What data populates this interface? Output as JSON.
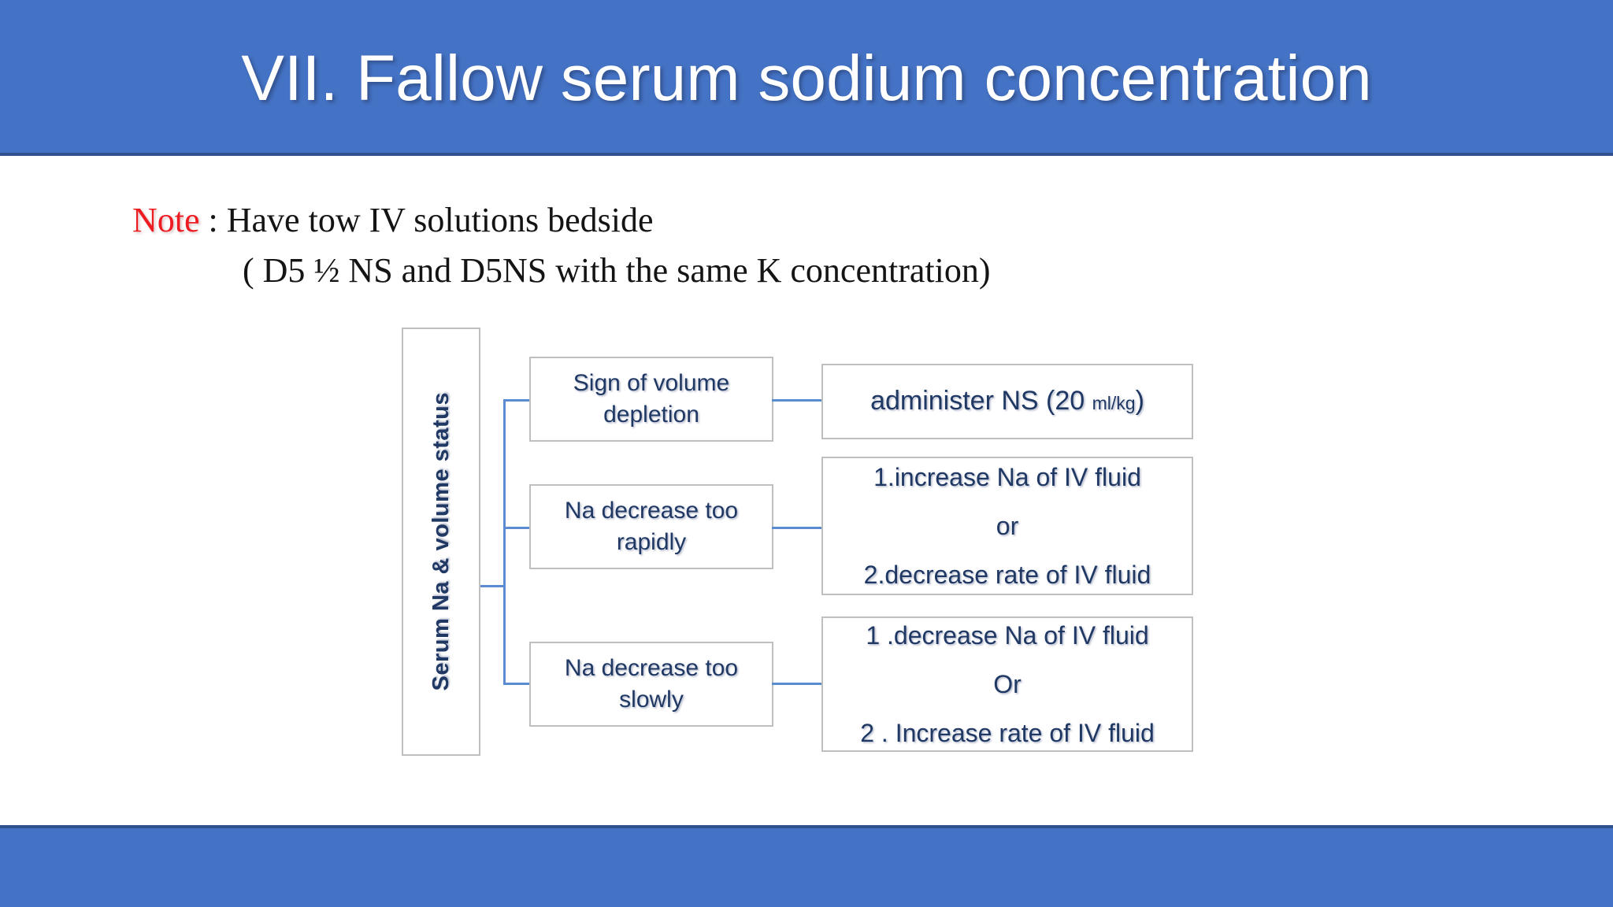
{
  "slide": {
    "title": "VII. Fallow serum sodium concentration",
    "note": {
      "keyword": "Note",
      "line1_rest": " : Have tow IV solutions bedside",
      "line2": "( D5 ½ NS and D5NS with the same K concentration)"
    },
    "colors": {
      "banner_blue": "#4472C4",
      "banner_border": "#2F528F",
      "note_keyword_red": "#EE1C22",
      "box_text_navy": "#1F3864",
      "box_border_gray": "#BFBFBF",
      "connector_blue": "#5B8BD0"
    }
  },
  "diagram": {
    "root": {
      "label": "Serum Na & volume status"
    },
    "branches": [
      {
        "condition": "Sign of volume depletion",
        "action_lines": [
          "administer NS (20 ",
          "ml/kg",
          ")"
        ],
        "action_main": "administer NS (20 ",
        "action_unit": "ml/kg",
        "action_tail": ")"
      },
      {
        "condition": "Na decrease too rapidly",
        "action_line_1": "1.increase Na of IV fluid",
        "action_line_2": "or",
        "action_line_3": "2.decrease rate of IV fluid"
      },
      {
        "condition": "Na decrease too slowly",
        "action_line_1": "1 .decrease Na of IV fluid",
        "action_line_2": "Or",
        "action_line_3": "2 . Increase rate of IV fluid"
      }
    ]
  }
}
